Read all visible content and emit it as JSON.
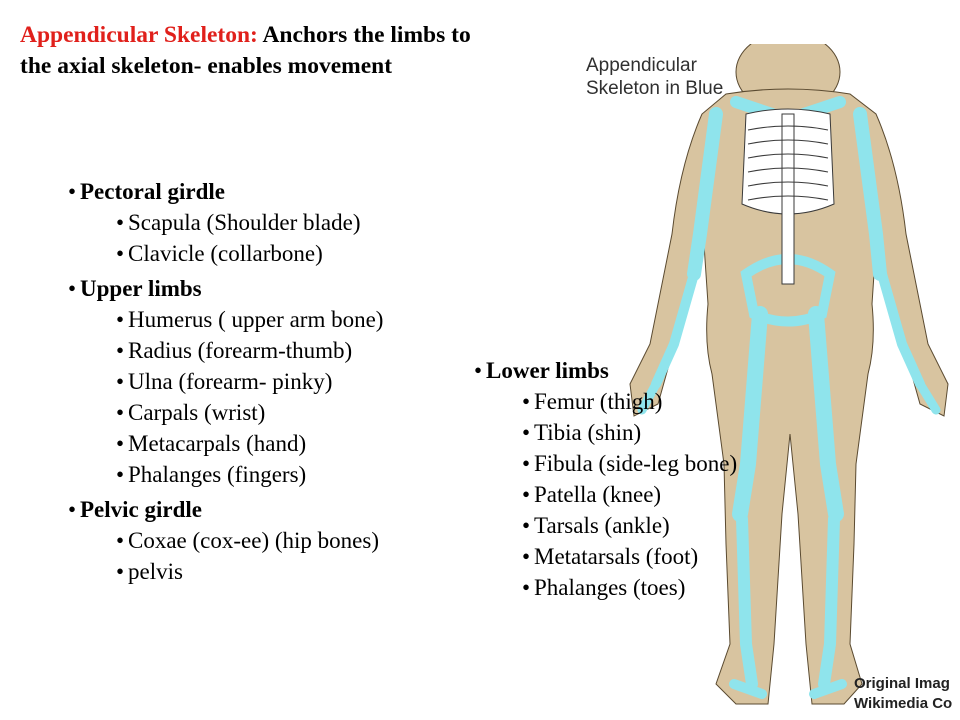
{
  "title": {
    "lead": "Appendicular Skeleton:",
    "rest": " Anchors the limbs to the axial skeleton- enables movement"
  },
  "bullet_glyph": "•",
  "left_list": [
    {
      "label": "Pectoral girdle",
      "items": [
        "Scapula (Shoulder blade)",
        "Clavicle (collarbone)"
      ]
    },
    {
      "label": "Upper limbs",
      "items": [
        "Humerus ( upper arm bone)",
        "Radius (forearm-thumb)",
        "Ulna (forearm- pinky)",
        "Carpals (wrist)",
        "Metacarpals (hand)",
        "Phalanges (fingers)"
      ]
    },
    {
      "label": "Pelvic girdle",
      "items": [
        "Coxae (cox-ee) (hip bones)",
        "pelvis"
      ]
    }
  ],
  "right_list": [
    {
      "label": "Lower limbs",
      "items": [
        "Femur (thigh)",
        "Tibia (shin)",
        "Fibula (side-leg bone)",
        "Patella (knee)",
        "Tarsals (ankle)",
        "Metatarsals (foot)",
        "Phalanges (toes)"
      ]
    }
  ],
  "figure": {
    "caption": "Appendicular Skeleton in Blue",
    "credit_line1": "Original Imag",
    "credit_line2": "Wikimedia Co",
    "colors": {
      "skin": "#d8c4a0",
      "appendicular": "#8fe4ec",
      "axial": "#ffffff",
      "outline": "#3a3a3a"
    }
  }
}
